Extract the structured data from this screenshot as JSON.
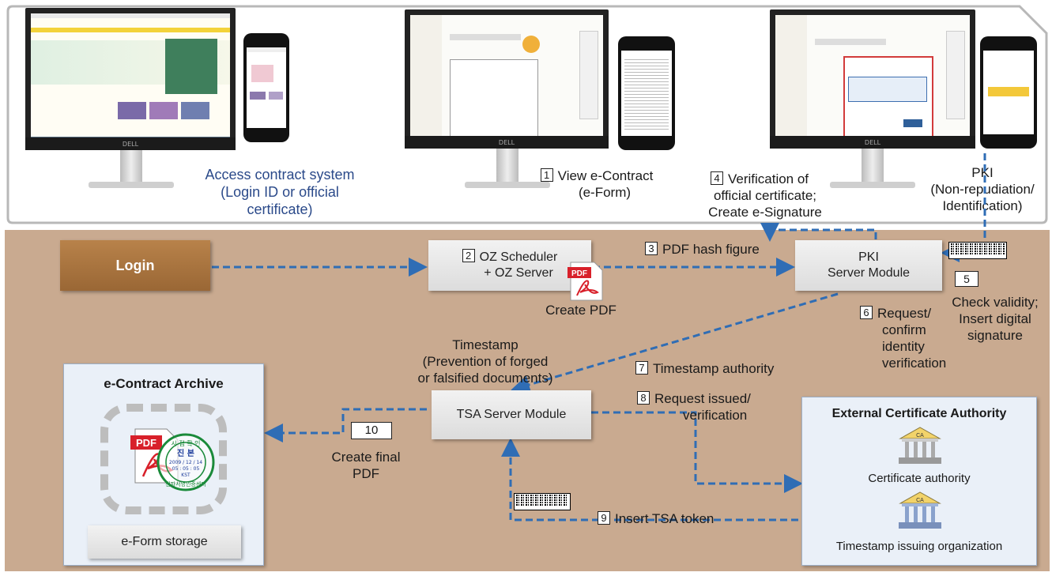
{
  "login": {
    "label": "Login"
  },
  "access": {
    "lines": [
      "Access contract system",
      "(Login ID or official",
      "certificate)"
    ]
  },
  "steps": {
    "step1": {
      "num": "1",
      "lines": [
        "View e-Contract",
        "(e-Form)"
      ]
    },
    "step2": {
      "num": "2",
      "lines": [
        "OZ Scheduler",
        "+ OZ Server"
      ]
    },
    "step3": {
      "num": "3",
      "label": "PDF hash figure"
    },
    "step4": {
      "num": "4",
      "lines": [
        "Verification of",
        "official certificate;",
        "Create e-Signature"
      ]
    },
    "step5": {
      "num": "5",
      "lines": [
        "Check validity;",
        "Insert digital",
        "signature"
      ]
    },
    "step6": {
      "num": "6",
      "lines": [
        "Request/",
        "confirm",
        "identity",
        "verification"
      ]
    },
    "step7": {
      "num": "7",
      "label": "Timestamp authority"
    },
    "step8": {
      "num": "8",
      "lines": [
        "Request issued/",
        "verification"
      ]
    },
    "step9": {
      "num": "9",
      "label": "Insert TSA token"
    },
    "step10": {
      "num": "10",
      "lines": [
        "Create final",
        "PDF"
      ]
    }
  },
  "pki_label": {
    "lines": [
      "PKI",
      "(Non-repudiation/",
      "Identification)"
    ]
  },
  "create_pdf": "Create PDF",
  "pki_server": {
    "lines": [
      "PKI",
      "Server Module"
    ]
  },
  "timestamp_note": {
    "lines": [
      "Timestamp",
      "(Prevention of forged",
      "or falsified documents)"
    ]
  },
  "tsa_server": "TSA Server Module",
  "archive": {
    "title": "e-Contract Archive",
    "storage": "e-Form storage",
    "pdf_icon": "PDF",
    "seal_lines": [
      "시 점 확 인",
      "진 본",
      "2009 / 12 / 14",
      "05 : 05 : 05",
      "KST",
      "전자서명인증센터"
    ]
  },
  "external_ca": {
    "title": "External Certificate Authority",
    "ca": "Certificate authority",
    "tsa": "Timestamp issuing organization",
    "icon_text": "CA"
  },
  "device_brand": "DELL",
  "colors": {
    "arrow": "#2f6db5",
    "login_bg": "#a8733d",
    "bottom_bg": "#c9aa90",
    "archive_bg": "#eaf0f8",
    "access_text": "#2b4a8a"
  }
}
